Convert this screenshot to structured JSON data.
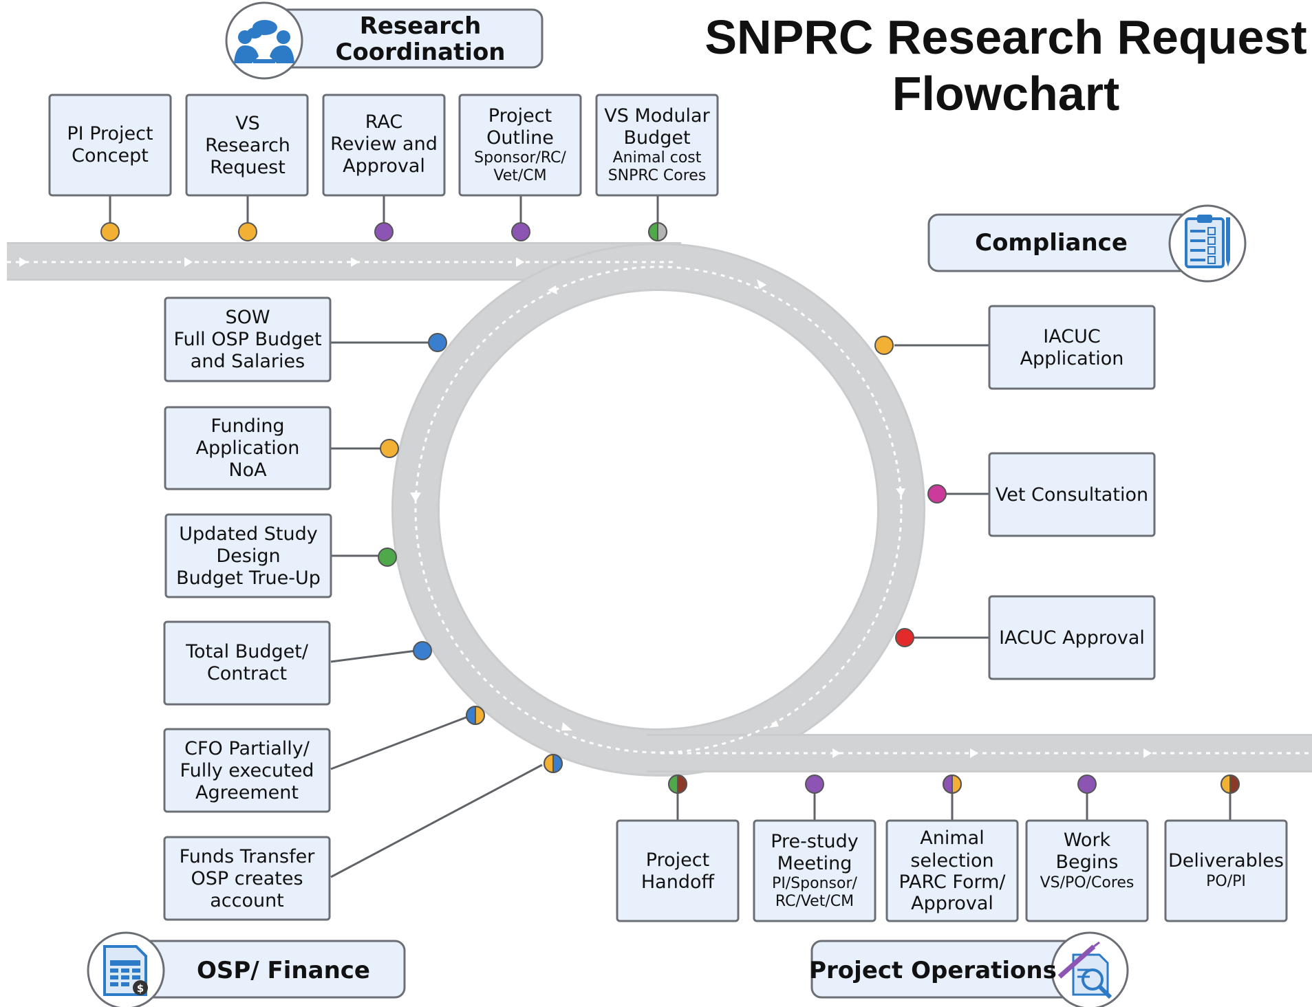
{
  "title": {
    "line1": "SNPRC Research Request",
    "line2": "Flowchart"
  },
  "colors": {
    "orange": "#f2b134",
    "purple": "#8c55b4",
    "blue": "#3a7fcf",
    "green": "#4fa84a",
    "magenta": "#cc3a9a",
    "red": "#e42b2b",
    "brown": "#8b3a2a",
    "gray": "#b4b4b4",
    "box_fill": "#e8f0fb",
    "road": "#d1d3d5"
  },
  "headers": {
    "research_coordination": {
      "line1": "Research",
      "line2": "Coordination",
      "icon": "meeting-people-icon"
    },
    "compliance": {
      "label": "Compliance",
      "icon": "clipboard-checklist-icon"
    },
    "osp_finance": {
      "label": "OSP/ Finance",
      "icon": "spreadsheet-dollar-icon"
    },
    "project_operations": {
      "label": "Project Operations",
      "icon": "document-syringe-magnifier-icon"
    }
  },
  "steps": {
    "pi_concept": {
      "lines": [
        "PI Project",
        "Concept"
      ],
      "dot": "orange"
    },
    "vs_request": {
      "lines": [
        "VS",
        "Research",
        "Request"
      ],
      "dot": "orange"
    },
    "rac_review": {
      "lines": [
        "RAC",
        "Review and",
        "Approval"
      ],
      "dot": "purple"
    },
    "project_outline": {
      "lines": [
        "Project",
        "Outline"
      ],
      "sub": [
        "Sponsor/RC/",
        "Vet/CM"
      ],
      "dot": "purple"
    },
    "vs_budget": {
      "lines": [
        "VS Modular",
        "Budget"
      ],
      "sub": [
        "Animal cost",
        "SNPRC Cores"
      ],
      "dot": "green/gray"
    },
    "iacuc_application": {
      "lines": [
        "IACUC",
        "Application"
      ],
      "dot": "orange"
    },
    "vet_consultation": {
      "lines": [
        "Vet Consultation"
      ],
      "dot": "magenta"
    },
    "iacuc_approval": {
      "lines": [
        "IACUC Approval"
      ],
      "dot": "red"
    },
    "sow": {
      "lines": [
        "SOW",
        "Full OSP Budget",
        "and Salaries"
      ],
      "dot": "blue"
    },
    "funding": {
      "lines": [
        "Funding",
        "Application",
        "NoA"
      ],
      "dot": "orange"
    },
    "updated_design": {
      "lines": [
        "Updated Study",
        "Design",
        "Budget True-Up"
      ],
      "dot": "green"
    },
    "total_budget": {
      "lines": [
        "Total Budget/",
        "Contract"
      ],
      "dot": "blue"
    },
    "cfo": {
      "lines": [
        "CFO Partially/",
        "Fully executed",
        "Agreement"
      ],
      "dot": "blue/orange"
    },
    "funds_transfer": {
      "lines": [
        "Funds Transfer",
        "OSP creates",
        "account"
      ],
      "dot": "blue/orange"
    },
    "handoff": {
      "lines": [
        "Project",
        "Handoff"
      ],
      "dot": "green/brown"
    },
    "prestudy": {
      "lines": [
        "Pre-study",
        "Meeting"
      ],
      "sub": [
        "PI/Sponsor/",
        "RC/Vet/CM"
      ],
      "dot": "purple"
    },
    "animal_selection": {
      "lines": [
        "Animal",
        "selection",
        "PARC Form/",
        "Approval"
      ],
      "dot": "purple/orange"
    },
    "work_begins": {
      "lines": [
        "Work",
        "Begins"
      ],
      "sub": [
        "VS/PO/Cores"
      ],
      "dot": "purple"
    },
    "deliverables": {
      "lines": [
        "Deliverables"
      ],
      "sub": [
        "PO/PI"
      ],
      "dot": "orange/brown"
    }
  }
}
